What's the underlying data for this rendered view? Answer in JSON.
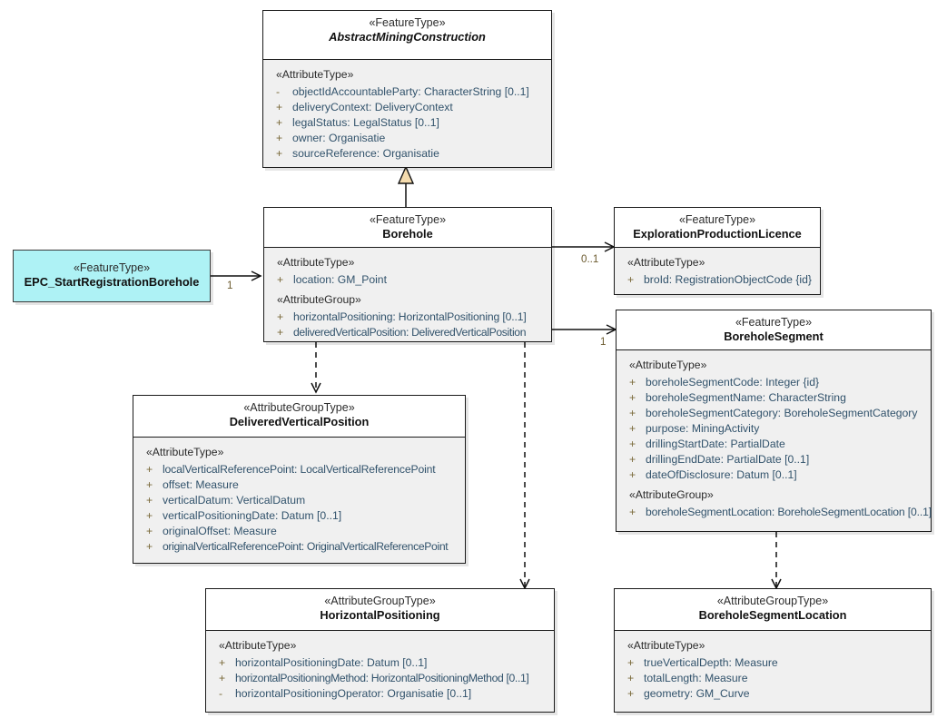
{
  "diagram": {
    "title": "Borehole UML class diagram",
    "colors": {
      "box_fill": "#f0f0f0",
      "header_fill": "#ffffff",
      "border": "#1a1a1a",
      "accent_cyan": "#aef2f5",
      "attribute_text": "#31526b",
      "visibility_marker": "#7a6a3a",
      "generalization_fill": "#f5dcae",
      "multiplicity_text": "#6b5a2e"
    },
    "classes": [
      {
        "id": "abstract-mining-construction",
        "stereotype": "«FeatureType»",
        "name": "AbstractMiningConstruction",
        "abstract": true,
        "sections": [
          {
            "label": "«AttributeType»",
            "attributes": [
              {
                "visibility": "-",
                "text": "objectIdAccountableParty: CharacterString [0..1]"
              },
              {
                "visibility": "+",
                "text": "deliveryContext: DeliveryContext"
              },
              {
                "visibility": "+",
                "text": "legalStatus: LegalStatus [0..1]"
              },
              {
                "visibility": "+",
                "text": "owner: Organisatie"
              },
              {
                "visibility": "+",
                "text": "sourceReference: Organisatie"
              }
            ]
          }
        ]
      },
      {
        "id": "borehole",
        "stereotype": "«FeatureType»",
        "name": "Borehole",
        "abstract": false,
        "sections": [
          {
            "label": "«AttributeType»",
            "attributes": [
              {
                "visibility": "+",
                "text": "location: GM_Point"
              }
            ]
          },
          {
            "label": "«AttributeGroup»",
            "attributes": [
              {
                "visibility": "+",
                "text": "horizontalPositioning: HorizontalPositioning [0..1]"
              },
              {
                "visibility": "+",
                "text": "deliveredVerticalPosition: DeliveredVerticalPosition"
              }
            ]
          }
        ]
      },
      {
        "id": "epc-start-registration-borehole",
        "stereotype": "«FeatureType»",
        "name": "EPC_StartRegistrationBorehole",
        "abstract": false,
        "sections": []
      },
      {
        "id": "exploration-production-licence",
        "stereotype": "«FeatureType»",
        "name": "ExplorationProductionLicence",
        "abstract": false,
        "sections": [
          {
            "label": "«AttributeType»",
            "attributes": [
              {
                "visibility": "+",
                "text": "broId: RegistrationObjectCode {id}"
              }
            ]
          }
        ]
      },
      {
        "id": "borehole-segment",
        "stereotype": "«FeatureType»",
        "name": "BoreholeSegment",
        "abstract": false,
        "sections": [
          {
            "label": "«AttributeType»",
            "attributes": [
              {
                "visibility": "+",
                "text": "boreholeSegmentCode: Integer {id}"
              },
              {
                "visibility": "+",
                "text": "boreholeSegmentName: CharacterString"
              },
              {
                "visibility": "+",
                "text": "boreholeSegmentCategory: BoreholeSegmentCategory"
              },
              {
                "visibility": "+",
                "text": "purpose: MiningActivity"
              },
              {
                "visibility": "+",
                "text": "drillingStartDate: PartialDate"
              },
              {
                "visibility": "+",
                "text": "drillingEndDate: PartialDate [0..1]"
              },
              {
                "visibility": "+",
                "text": "dateOfDisclosure: Datum [0..1]"
              }
            ]
          },
          {
            "label": "«AttributeGroup»",
            "attributes": [
              {
                "visibility": "+",
                "text": "boreholeSegmentLocation: BoreholeSegmentLocation [0..1]"
              }
            ]
          }
        ]
      },
      {
        "id": "delivered-vertical-position",
        "stereotype": "«AttributeGroupType»",
        "name": "DeliveredVerticalPosition",
        "abstract": false,
        "sections": [
          {
            "label": "«AttributeType»",
            "attributes": [
              {
                "visibility": "+",
                "text": "localVerticalReferencePoint: LocalVerticalReferencePoint"
              },
              {
                "visibility": "+",
                "text": "offset: Measure"
              },
              {
                "visibility": "+",
                "text": "verticalDatum: VerticalDatum"
              },
              {
                "visibility": "+",
                "text": "verticalPositioningDate: Datum [0..1]"
              },
              {
                "visibility": "+",
                "text": "originalOffset: Measure"
              },
              {
                "visibility": "+",
                "text": "originalVerticalReferencePoint: OriginalVerticalReferencePoint"
              }
            ]
          }
        ]
      },
      {
        "id": "horizontal-positioning",
        "stereotype": "«AttributeGroupType»",
        "name": "HorizontalPositioning",
        "abstract": false,
        "sections": [
          {
            "label": "«AttributeType»",
            "attributes": [
              {
                "visibility": "+",
                "text": "horizontalPositioningDate: Datum [0..1]"
              },
              {
                "visibility": "+",
                "text": "horizontalPositioningMethod: HorizontalPositioningMethod [0..1]"
              },
              {
                "visibility": "-",
                "text": "horizontalPositioningOperator: Organisatie [0..1]"
              }
            ]
          }
        ]
      },
      {
        "id": "borehole-segment-location",
        "stereotype": "«AttributeGroupType»",
        "name": "BoreholeSegmentLocation",
        "abstract": false,
        "sections": [
          {
            "label": "«AttributeType»",
            "attributes": [
              {
                "visibility": "+",
                "text": "trueVerticalDepth: Measure"
              },
              {
                "visibility": "+",
                "text": "totalLength: Measure"
              },
              {
                "visibility": "+",
                "text": "geometry: GM_Curve"
              }
            ]
          }
        ]
      }
    ],
    "relationships": [
      {
        "id": "gen-borehole-to-abstract",
        "type": "generalization",
        "from": "borehole",
        "to": "abstract-mining-construction",
        "source_multiplicity": "",
        "target_multiplicity": ""
      },
      {
        "id": "assoc-epc-to-borehole",
        "type": "association",
        "from": "epc-start-registration-borehole",
        "to": "borehole",
        "source_multiplicity": "",
        "target_multiplicity": "1"
      },
      {
        "id": "assoc-borehole-to-licence",
        "type": "association",
        "from": "borehole",
        "to": "exploration-production-licence",
        "source_multiplicity": "",
        "target_multiplicity": "0..1"
      },
      {
        "id": "assoc-borehole-to-segment",
        "type": "association",
        "from": "borehole",
        "to": "borehole-segment",
        "source_multiplicity": "",
        "target_multiplicity": "1"
      },
      {
        "id": "dep-borehole-to-dvp",
        "type": "dependency",
        "from": "borehole",
        "to": "delivered-vertical-position",
        "source_multiplicity": "",
        "target_multiplicity": ""
      },
      {
        "id": "dep-borehole-to-hp",
        "type": "dependency",
        "from": "borehole",
        "to": "horizontal-positioning",
        "source_multiplicity": "",
        "target_multiplicity": ""
      },
      {
        "id": "dep-segment-to-location",
        "type": "dependency",
        "from": "borehole-segment",
        "to": "borehole-segment-location",
        "source_multiplicity": "",
        "target_multiplicity": ""
      }
    ],
    "multiplicity_labels": [
      {
        "id": "mult-epc-borehole",
        "value": "1"
      },
      {
        "id": "mult-borehole-licence",
        "value": "0..1"
      },
      {
        "id": "mult-borehole-segment",
        "value": "1"
      }
    ]
  }
}
